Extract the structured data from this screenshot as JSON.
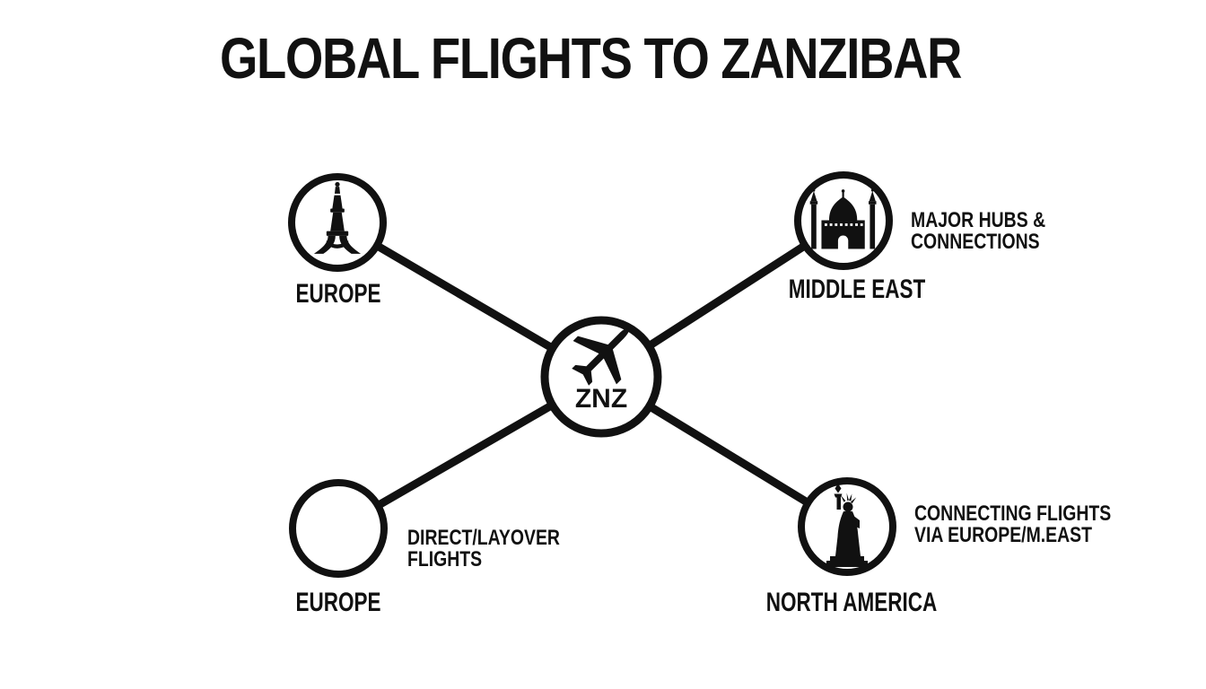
{
  "title": "GLOBAL FLIGHTS TO ZANZIBAR",
  "colors": {
    "ink": "#111111",
    "background": "#ffffff"
  },
  "hub": {
    "code": "ZNZ",
    "icon": "airplane-icon"
  },
  "nodes": {
    "europe_top": {
      "label": "EUROPE",
      "icon": "eiffel-tower-icon"
    },
    "middle_east": {
      "label": "MIDDLE EAST",
      "icon": "mosque-icon",
      "note_line1": "MAJOR HUBS &",
      "note_line2": "CONNECTIONS"
    },
    "europe_bottom": {
      "label": "EUROPE",
      "icon": "empty-circle",
      "note_line1": "DIRECT/LAYOVER",
      "note_line2": "FLIGHTS"
    },
    "north_america": {
      "label": "NORTH AMERICA",
      "icon": "statue-of-liberty-icon",
      "note_line1": "CONNECTING FLIGHTS",
      "note_line2": "VIA EUROPE/M.EAST"
    }
  }
}
